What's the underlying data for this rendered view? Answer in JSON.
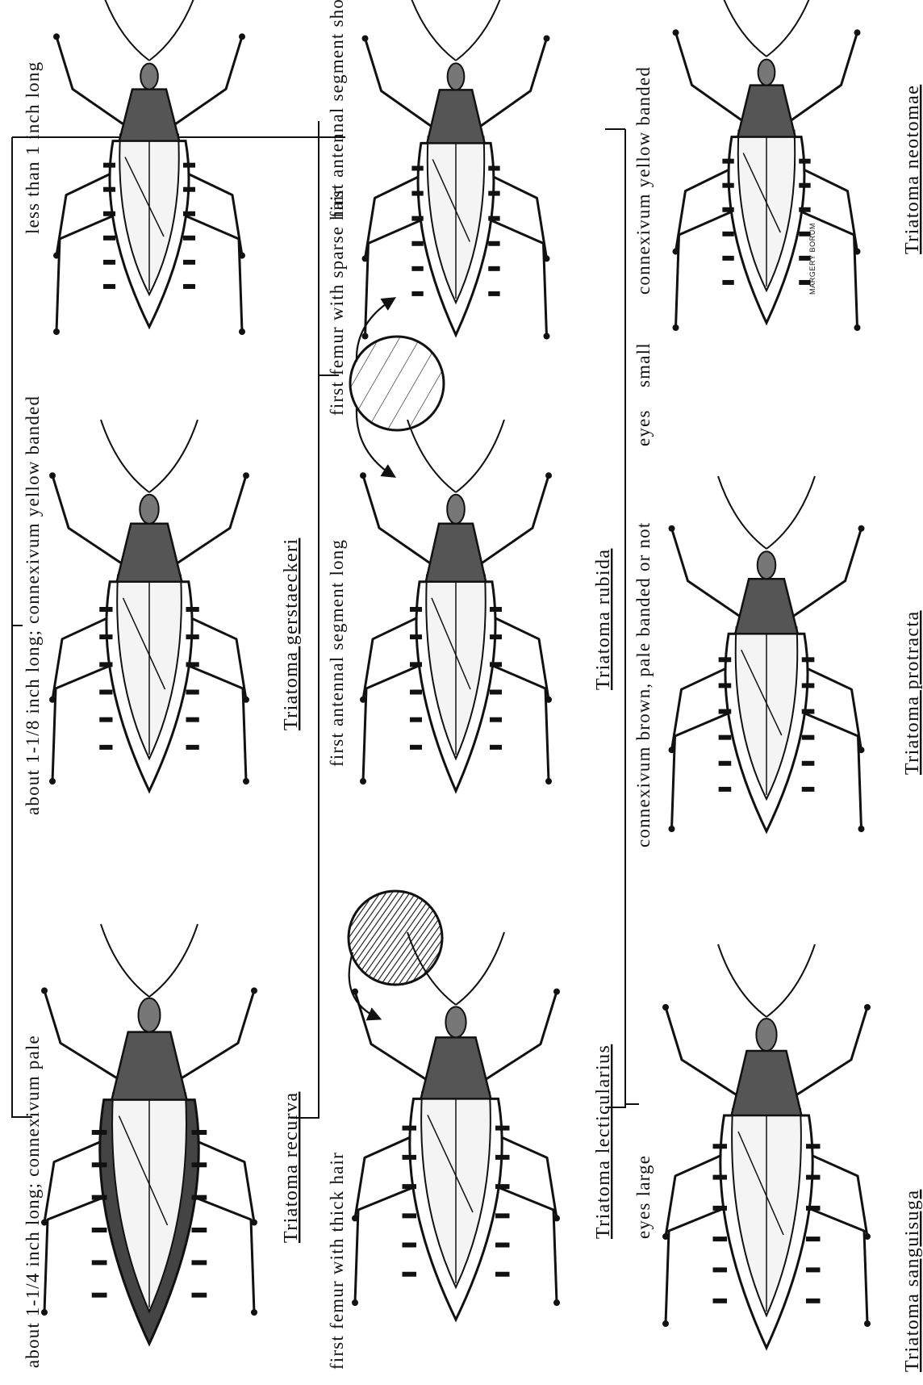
{
  "key": {
    "labels": {
      "size_large": "about 1-1/4 inch long; connexivum pale",
      "size_medium": "about 1-1/8 inch long; connexivum yellow banded",
      "size_small": "less than 1 inch long",
      "femur_thick": "first femur with thick hair",
      "femur_sparse": "first femur with sparse hair",
      "antenna_long": "first antennal segment long",
      "antenna_short": "first antennal segment short",
      "eyes_large": "eyes large",
      "eyes": "eyes",
      "eyes_small": "small",
      "connexivum_brown": "connexivum brown, pale banded or not",
      "connexivum_yellow": "connexivum yellow banded"
    },
    "species": {
      "recurva": "Triatoma recurva",
      "gerstaeckeri": "Triatoma gerstaeckeri",
      "lecticularius": "Triatoma lecticularius",
      "rubida": "Triatoma rubida",
      "sanguisuga": "Triatoma sanguisuga",
      "protracta": "Triatoma protracta",
      "neotomae": "Triatoma neotomae"
    },
    "signature": "MARGERY BORUM"
  }
}
